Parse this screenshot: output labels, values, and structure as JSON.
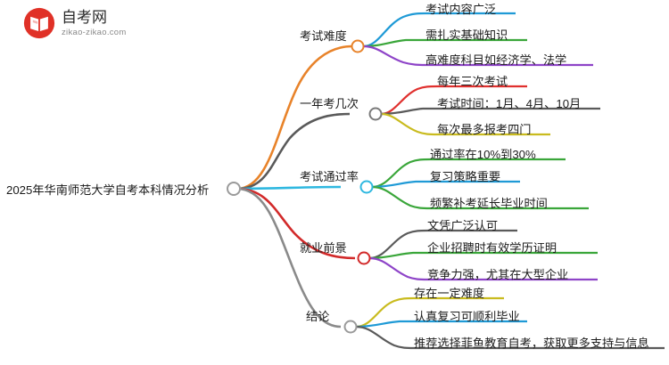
{
  "logo": {
    "title": "自考网",
    "subtitle": "zikao-zikao.com",
    "mark_icon": "red-book-logo-icon",
    "brand_color": "#e03127",
    "accent_color": "#1f3f9e"
  },
  "mindmap": {
    "root": {
      "label": "2025年华南师范大学自考本科情况分析"
    },
    "branches": [
      {
        "label": "考试难度",
        "color": "#e8832a",
        "leaves": [
          {
            "label": "考试内容广泛",
            "color": "#1f9ad6"
          },
          {
            "label": "需扎实基础知识",
            "color": "#3aa63a"
          },
          {
            "label": "高难度科目如经济学、法学",
            "color": "#8e44c8"
          }
        ]
      },
      {
        "label": "一年考几次",
        "color": "#5a5a5a",
        "leaves": [
          {
            "label": "每年三次考试",
            "color": "#e0302e"
          },
          {
            "label": "考试时间：1月、4月、10月",
            "color": "#5a5a5a"
          },
          {
            "label": "每次最多报考四门",
            "color": "#c9bb1e"
          }
        ]
      },
      {
        "label": "考试通过率",
        "color": "#2fb8e0",
        "leaves": [
          {
            "label": "通过率在10%到30%",
            "color": "#3aa63a"
          },
          {
            "label": "复习策略重要",
            "color": "#1f9ad6"
          },
          {
            "label": "频繁补考延长毕业时间",
            "color": "#3aa63a"
          }
        ]
      },
      {
        "label": "就业前景",
        "color": "#d22a2a",
        "leaves": [
          {
            "label": "文凭广泛认可",
            "color": "#5a5a5a"
          },
          {
            "label": "企业招聘时有效学历证明",
            "color": "#3aa63a"
          },
          {
            "label": "竞争力强，尤其在大型企业",
            "color": "#8e44c8"
          }
        ]
      },
      {
        "label": "结论",
        "color": "#8a8a8a",
        "leaves": [
          {
            "label": "存在一定难度",
            "color": "#c9bb1e"
          },
          {
            "label": "认真复习可顺利毕业",
            "color": "#1f9ad6"
          },
          {
            "label": "推荐选择菲鱼教育自考，获取更多支持与信息",
            "color": "#5a5a5a"
          }
        ]
      }
    ]
  }
}
